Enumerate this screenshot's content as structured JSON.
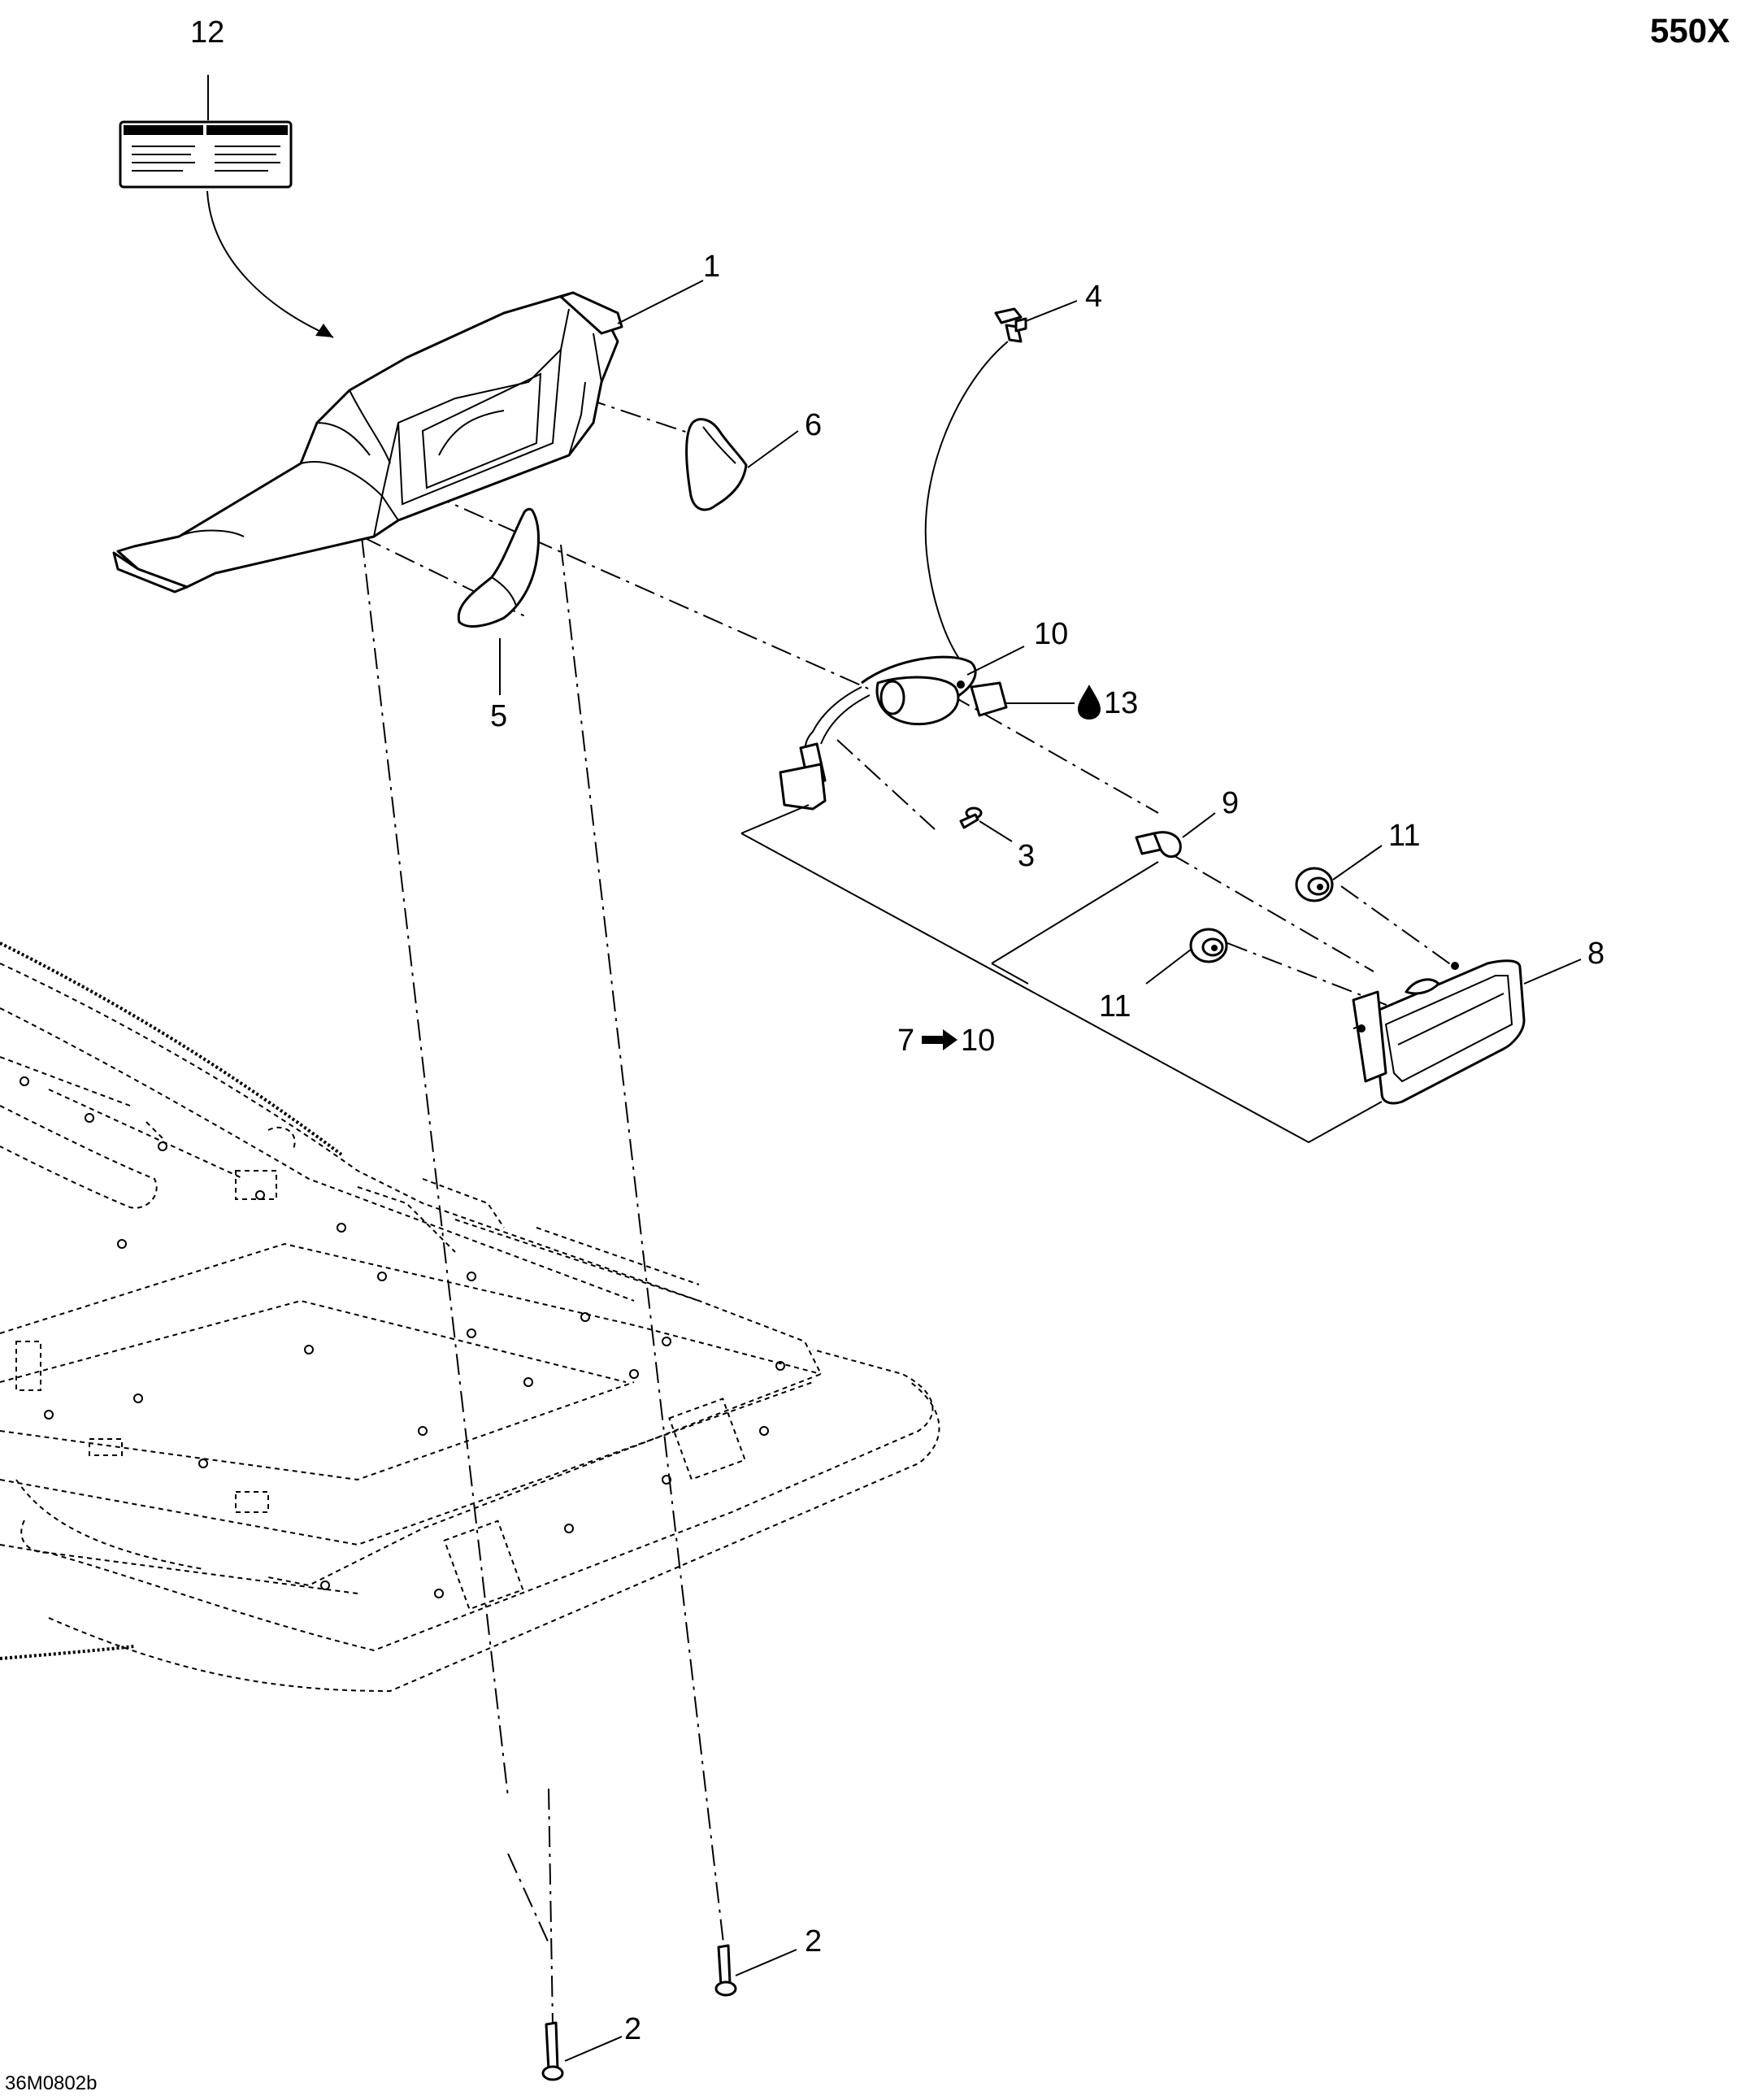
{
  "header": {
    "model": "550X"
  },
  "footer": {
    "drawing_code": "36M0802b"
  },
  "callouts": {
    "c1": "1",
    "c2a": "2",
    "c2b": "2",
    "c3": "3",
    "c4": "4",
    "c5": "5",
    "c6": "6",
    "c7": "7",
    "c8": "8",
    "c9": "9",
    "c10": "10",
    "c10b": "10",
    "c11a": "11",
    "c11b": "11",
    "c12": "12",
    "c13": "13"
  },
  "colors": {
    "line": "#000000",
    "background": "#ffffff"
  }
}
